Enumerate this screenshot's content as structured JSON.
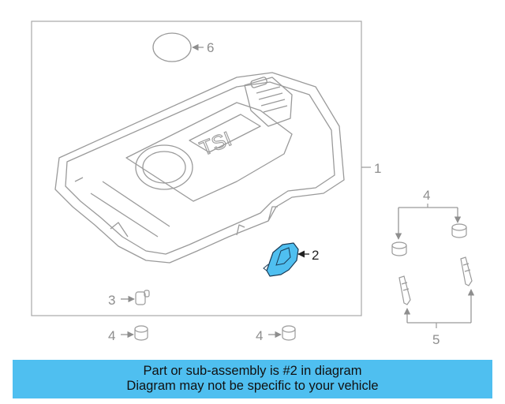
{
  "diagram": {
    "callouts": {
      "c1": "1",
      "c2": "2",
      "c3": "3",
      "c4_top": "4",
      "c4_bottom_left": "4",
      "c4_bottom_mid": "4",
      "c5": "5",
      "c6": "6"
    },
    "emblem_text": "TSI",
    "highlight_color": "#4fbff0",
    "line_color": "#9a9a9a"
  },
  "banner": {
    "line1": "Part or sub-assembly is #2 in diagram",
    "line2": "Diagram may not be specific to your vehicle",
    "background": "#4fbff0"
  }
}
